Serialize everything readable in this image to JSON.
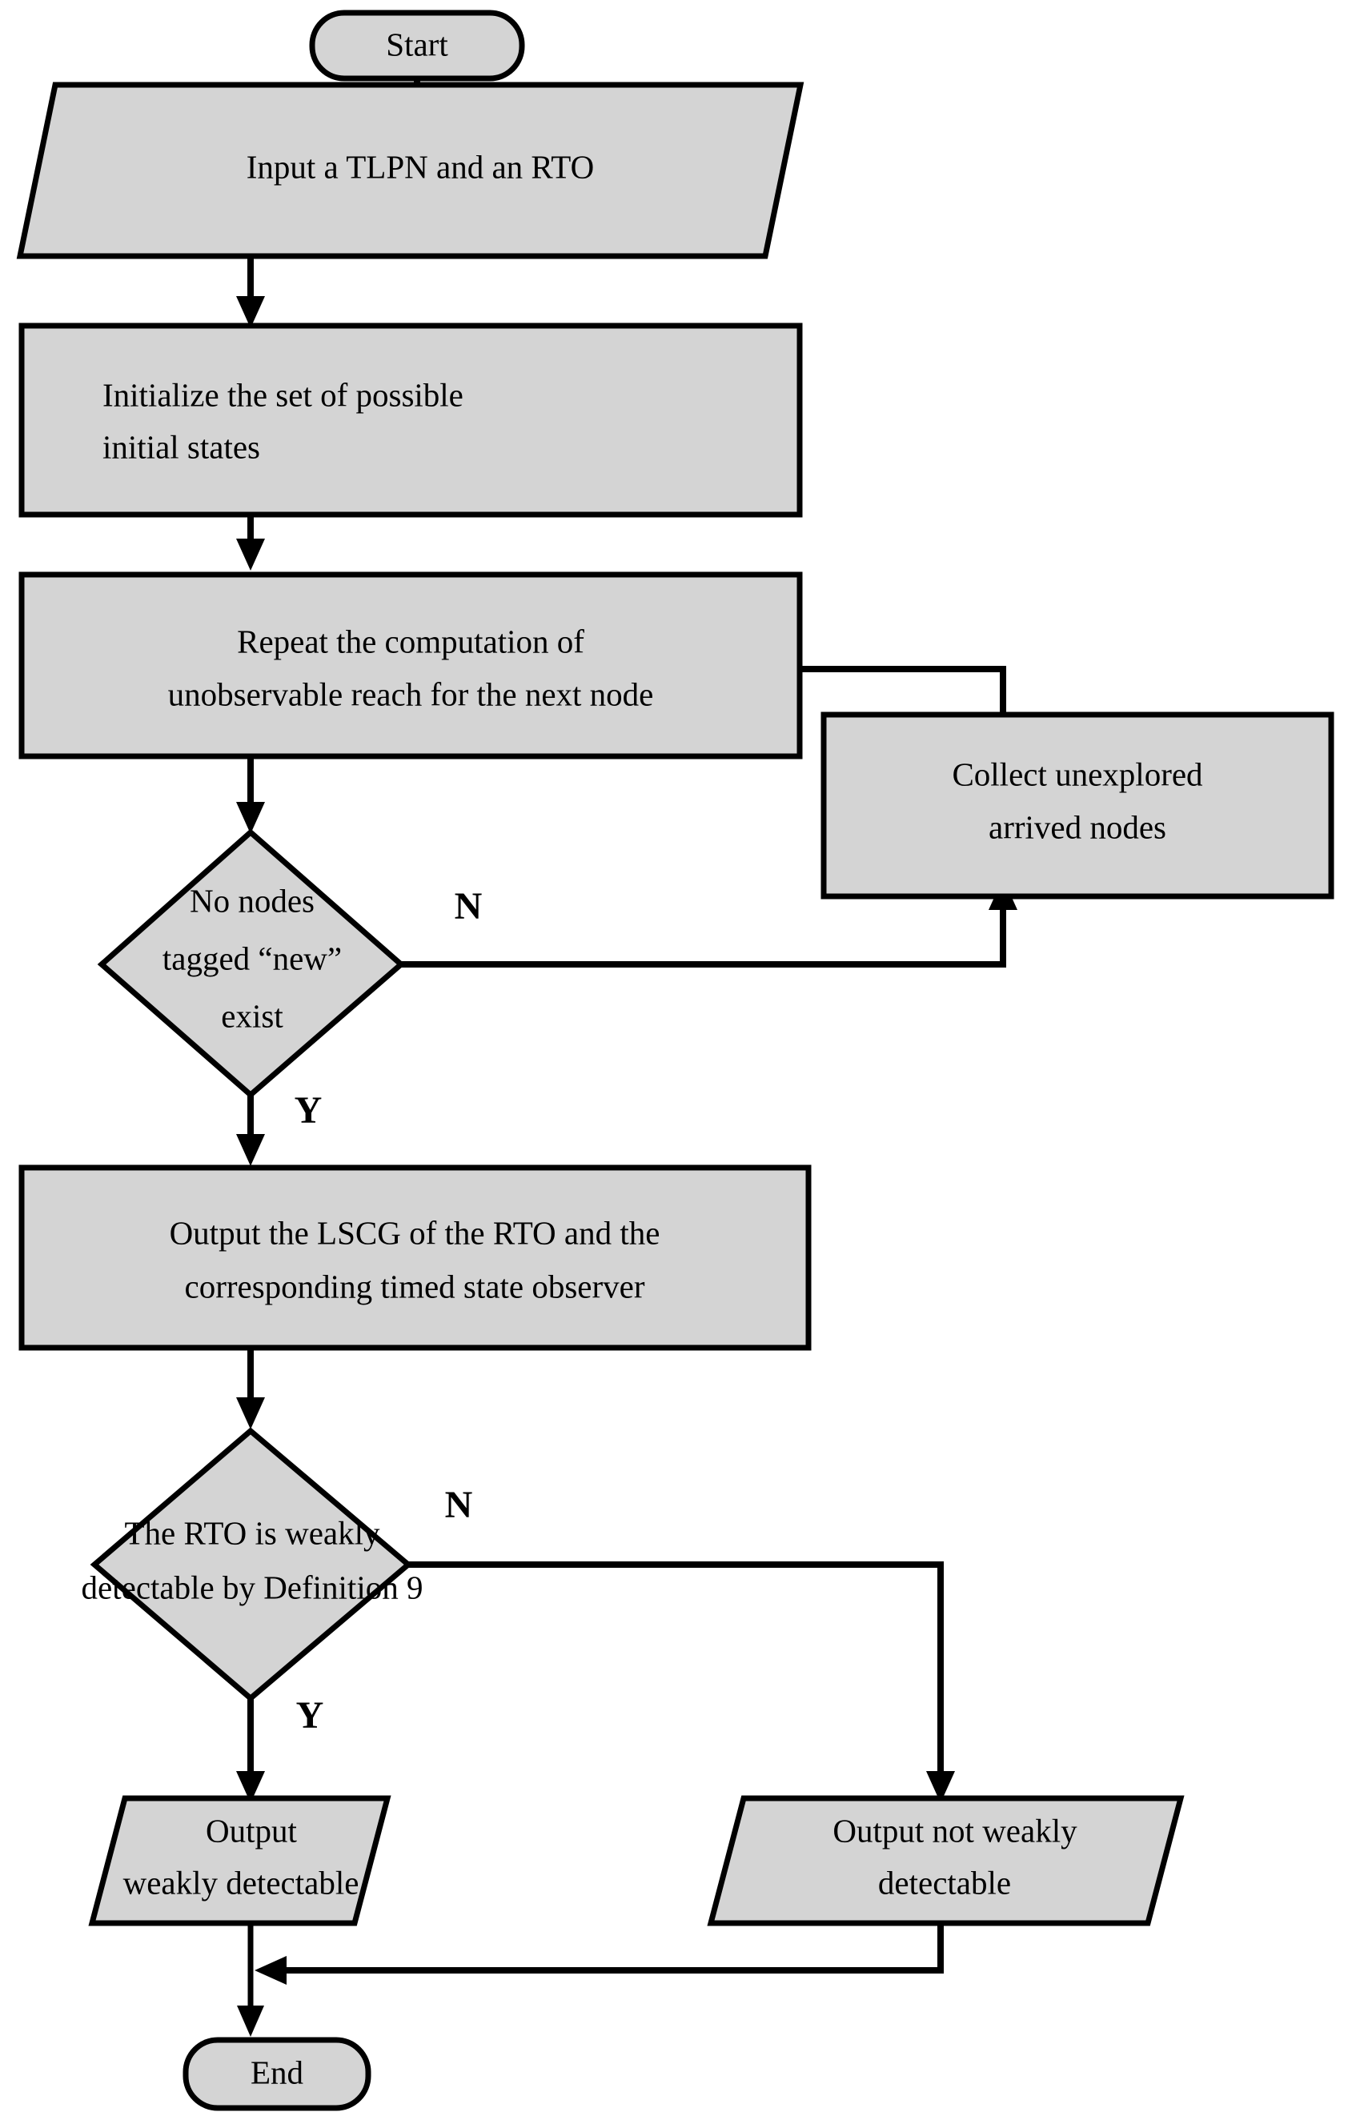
{
  "diagram": {
    "title": "Flowchart for computing the LSCG and verifying weak detectability of an RTO",
    "type": "flowchart",
    "colors": {
      "node_fill": "#d4d4d4",
      "stroke": "#000000",
      "background": "#ffffff",
      "text": "#000000"
    }
  },
  "nodes": {
    "start": {
      "shape": "terminator",
      "label": "Start"
    },
    "input_tlpn": {
      "shape": "parallelogram",
      "label": "Input a TLPN and an RTO"
    },
    "initialize": {
      "shape": "rectangle",
      "line1": "Initialize the set of possible",
      "line2": "initial states"
    },
    "repeat_compute": {
      "shape": "rectangle",
      "line1": "Repeat the computation of",
      "line2": "unobservable reach  for the next node"
    },
    "collect_nodes": {
      "shape": "rectangle",
      "line1": "Collect unexplored",
      "line2": "arrived nodes"
    },
    "decision_new_nodes": {
      "shape": "diamond",
      "line1": "No nodes",
      "line2": "tagged  “new”",
      "line3": "exist"
    },
    "output_lscg": {
      "shape": "rectangle",
      "line1": "Output the LSCG of the RTO and the",
      "line2": "corresponding timed state observer"
    },
    "decision_weakly_detectable": {
      "shape": "diamond",
      "line1": "The RTO is weakly",
      "line2": "detectable by Definition 9"
    },
    "output_weakly_detectable": {
      "shape": "parallelogram",
      "line1": "Output",
      "line2": "weakly detectable"
    },
    "output_not_weakly_detectable": {
      "shape": "parallelogram",
      "line1": "Output not weakly",
      "line2": "detectable"
    },
    "end": {
      "shape": "terminator",
      "label": "End"
    }
  },
  "branch_labels": {
    "new_nodes_no": "N",
    "new_nodes_yes": "Y",
    "weakly_detectable_no": "N",
    "weakly_detectable_yes": "Y"
  },
  "edges": [
    {
      "from": "start",
      "to": "input_tlpn",
      "label": ""
    },
    {
      "from": "input_tlpn",
      "to": "initialize",
      "label": ""
    },
    {
      "from": "initialize",
      "to": "repeat_compute",
      "label": ""
    },
    {
      "from": "repeat_compute",
      "to": "decision_new_nodes",
      "label": ""
    },
    {
      "from": "decision_new_nodes",
      "to": "collect_nodes",
      "label": "N"
    },
    {
      "from": "collect_nodes",
      "to": "repeat_compute",
      "label": ""
    },
    {
      "from": "decision_new_nodes",
      "to": "output_lscg",
      "label": "Y"
    },
    {
      "from": "output_lscg",
      "to": "decision_weakly_detectable",
      "label": ""
    },
    {
      "from": "decision_weakly_detectable",
      "to": "output_weakly_detectable",
      "label": "Y"
    },
    {
      "from": "decision_weakly_detectable",
      "to": "output_not_weakly_detectable",
      "label": "N"
    },
    {
      "from": "output_weakly_detectable",
      "to": "end",
      "label": ""
    },
    {
      "from": "output_not_weakly_detectable",
      "to": "end",
      "label": ""
    }
  ]
}
